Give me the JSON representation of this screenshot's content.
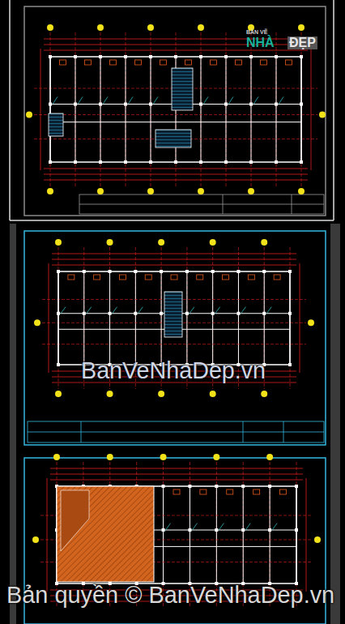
{
  "diagram": {
    "labels": [
      "BẢN VẼ",
      "NHÀ",
      "ĐẸP",
      "BanVeNhaDep.vn",
      "Bản quyền © BanVeNhaDep.vn"
    ]
  }
}
